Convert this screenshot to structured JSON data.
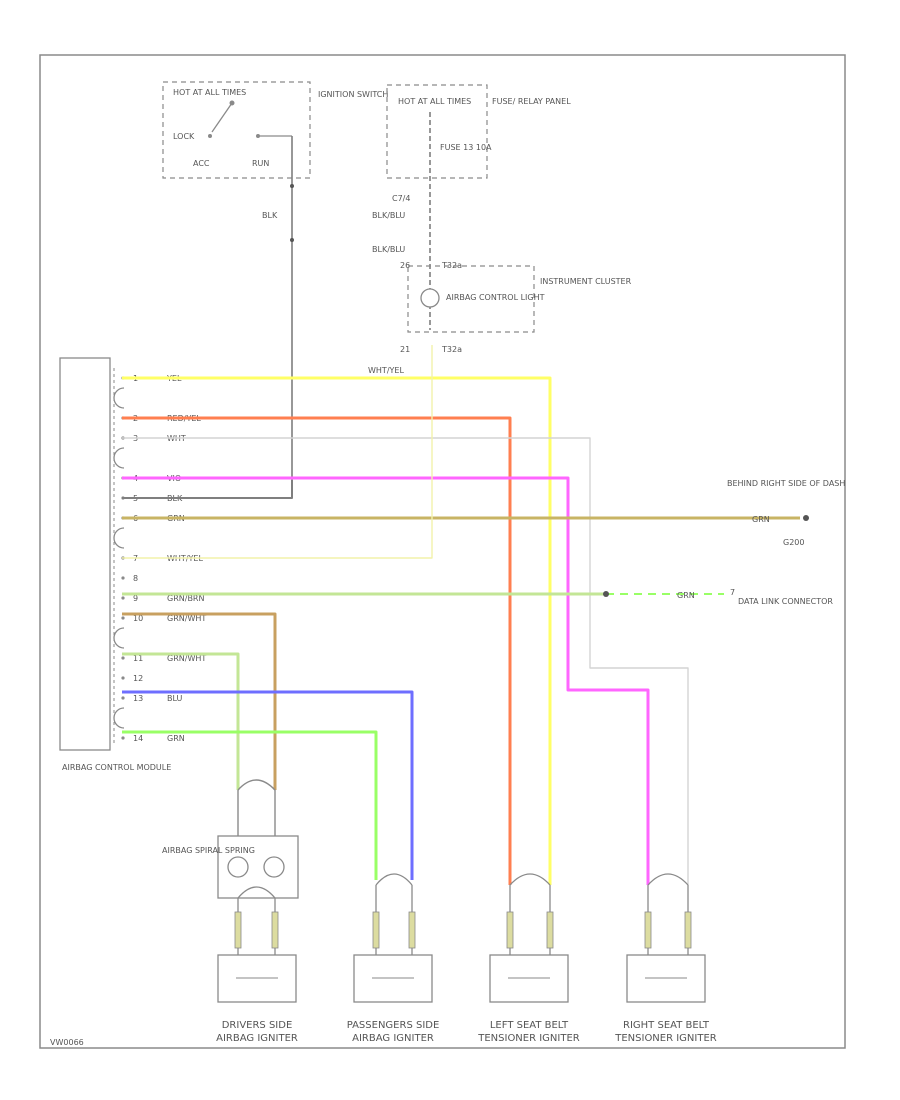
{
  "components": {
    "ignition_switch": {
      "name": "IGNITION SWITCH",
      "header": "HOT AT ALL TIMES",
      "positions": [
        "LOCK",
        "ACC",
        "RUN"
      ]
    },
    "fuse_panel": {
      "name": "FUSE/ RELAY PANEL",
      "header": "HOT AT ALL TIMES",
      "fuse": "FUSE 13 10A"
    },
    "instrument_cluster": {
      "name": "INSTRUMENT CLUSTER",
      "lamp": "AIRBAG CONTROL LIGHT"
    },
    "airbag_module": {
      "name": "AIRBAG CONTROL MODULE"
    },
    "spiral_spring": {
      "name": "AIRBAG SPIRAL SPRING"
    },
    "ground": {
      "location": "BEHIND RIGHT SIDE OF DASH",
      "id": "G200"
    },
    "data_link": {
      "name": "DATA LINK CONNECTOR"
    },
    "igniters": [
      {
        "name": "DRIVERS SIDE AIRBAG IGNITER"
      },
      {
        "name": "PASSENGERS SIDE AIRBAG IGNITER"
      },
      {
        "name": "LEFT SEAT BELT TENSIONER IGNITER"
      },
      {
        "name": "RIGHT SEAT BELT TENSIONER IGNITER"
      }
    ]
  },
  "wire_labels": {
    "ign_wire": "BLK",
    "c_top": "C7/4",
    "bl1": "BLK/BLU",
    "bl2": "BLK/BLU",
    "pin_ic1": "26",
    "conn_ic1": "T32a",
    "pin_ic2": "21",
    "conn_ic2": "T32a",
    "wht_yel": "WHT/YEL",
    "grn_right": "GRN",
    "dlc_wire": "GRN"
  },
  "pins": [
    {
      "num": "1",
      "color": "YEL"
    },
    {
      "num": "2",
      "color": "RED/YEL"
    },
    {
      "num": "3",
      "color": "WHT"
    },
    {
      "num": "4",
      "color": "VIO"
    },
    {
      "num": "5",
      "color": "BLK"
    },
    {
      "num": "6",
      "color": "GRN"
    },
    {
      "num": "7",
      "color": "WHT/YEL"
    },
    {
      "num": "8",
      "color": ""
    },
    {
      "num": "9",
      "color": "GRN/BRN"
    },
    {
      "num": "10",
      "color": "GRN/WHT"
    },
    {
      "num": "11",
      "color": "GRN/WHT"
    },
    {
      "num": "12",
      "color": ""
    },
    {
      "num": "13",
      "color": "BLU"
    },
    {
      "num": "14",
      "color": "GRN"
    }
  ],
  "wire_colors": {
    "yel": "#ffff66",
    "red": "#ff7f50",
    "wht": "#d4d4d4",
    "vio": "#ff66ff",
    "blk": "#7f7f7f",
    "grn_brn": "#c8b464",
    "wht_yel": "#f2f2aa",
    "grn": "#99ff66",
    "grn_wht": "#c3e696",
    "blu": "#6e6eff",
    "brn": "#c8a060"
  },
  "footer": "VW0066"
}
